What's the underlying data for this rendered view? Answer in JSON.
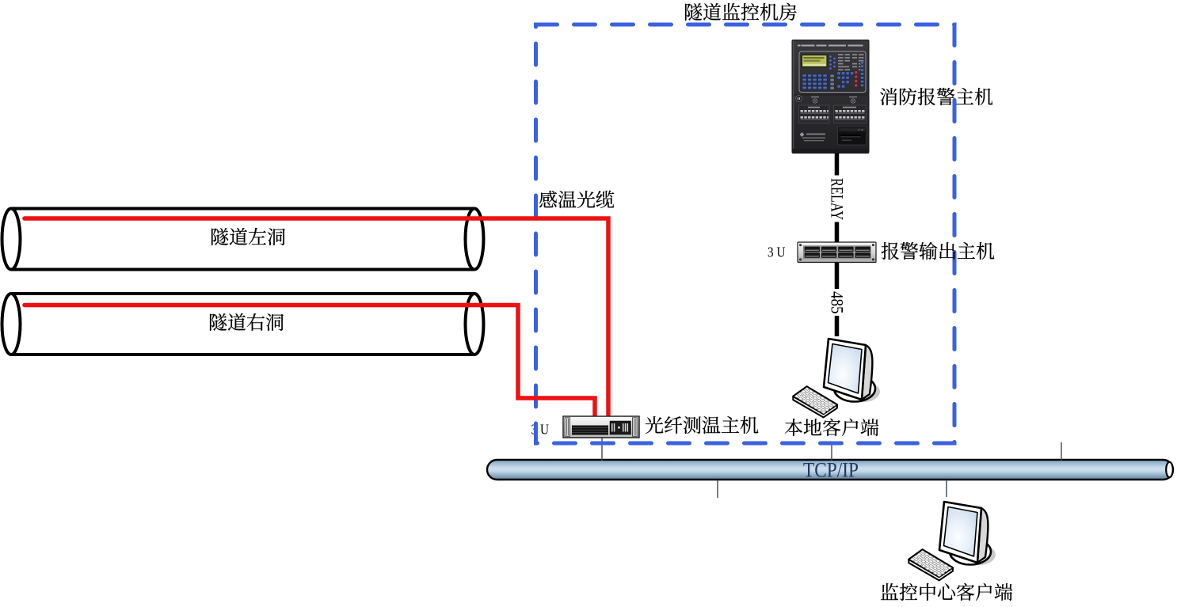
{
  "room": {
    "label": "隧道监控机房"
  },
  "tunnels": {
    "left": {
      "label": "隧道左洞"
    },
    "right": {
      "label": "隧道右洞"
    }
  },
  "cable": {
    "label": "感温光缆",
    "color": "#ee1111"
  },
  "devices": {
    "fire_alarm_host": {
      "label": "消防报警主机"
    },
    "alarm_output_host": {
      "label": "报警输出主机",
      "rack_units": "3 U"
    },
    "fiber_temp_host": {
      "label": "光纤测温主机",
      "rack_units": "3 U"
    },
    "local_client": {
      "label": "本地客户端"
    },
    "center_client": {
      "label": "监控中心客户端"
    }
  },
  "links": {
    "relay": {
      "label": "RELAY"
    },
    "rs485": {
      "label": "485"
    }
  },
  "bus": {
    "label": "TCP/IP",
    "fill": "#a9c4dc",
    "text_color": "#1f3864"
  },
  "colors": {
    "room_border_blue": "#3b62de",
    "cable_red": "#ee1111",
    "connector_black": "#000000",
    "background": "#ffffff"
  }
}
